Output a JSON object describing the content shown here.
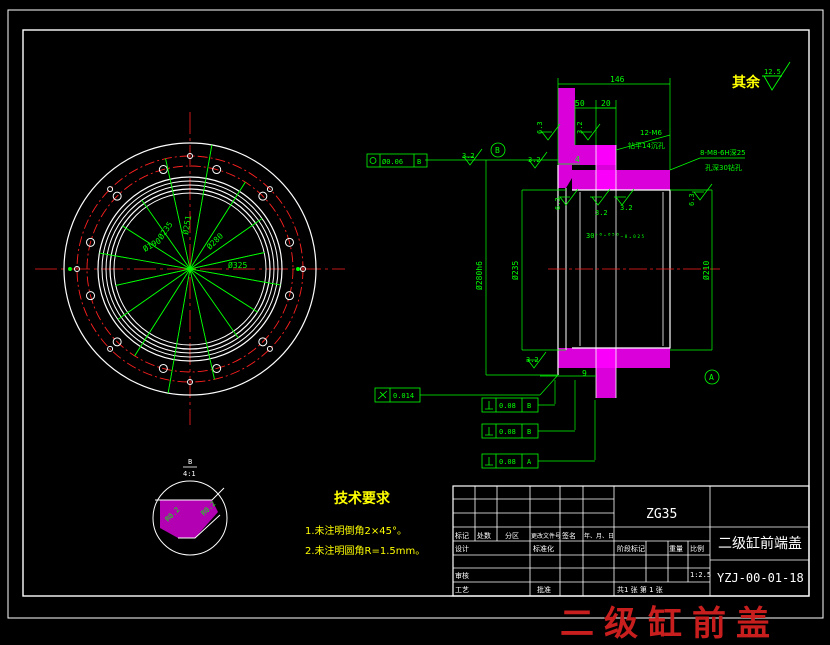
{
  "colors": {
    "background": "#000000",
    "frame": "#ffffff",
    "outline": "#ffffff",
    "dimension": "#00ff00",
    "centerline": "#ff2020",
    "hatch": "#ff00ff",
    "watermark": "#c81e1e",
    "text_yellow": "#ffff00"
  },
  "front_view": {
    "dims": {
      "d1": "Ø190",
      "d2": "Ø235",
      "d3": "Ø251",
      "d4": "Ø280",
      "d5": "Ø325"
    }
  },
  "section_view": {
    "length_dim": "146",
    "dims_top": {
      "d50": "50",
      "d20": "20"
    },
    "dim_4": "4",
    "dim_9": "9",
    "flatness_frame": {
      "value": "Ø0.06",
      "datum": "B"
    },
    "runout_frame": {
      "value": "0.014"
    },
    "roughness": {
      "r1": "3.2",
      "r2": "3.2",
      "r3": "3.2",
      "r4": "3.2",
      "r5": "6.3",
      "r6": "3.2",
      "r7": "6.3",
      "r8": "3.2",
      "r9": "6.3"
    },
    "datum_b": "B",
    "datum_a": "A",
    "hole_note1": "12-M6",
    "hole_note2": "钻平14沉孔",
    "hole_note3": "8-M8-6H深25",
    "hole_note4": "孔深30钻孔",
    "bore_tol": "30⁺⁰·⁰⁵⁰₋₀.₀₂₅",
    "dia_left": "Ø280h6",
    "dia_mid": "Ø235",
    "dia_right": "Ø210",
    "perp_frames": [
      {
        "value": "0.08",
        "datum": "B"
      },
      {
        "value": "0.08",
        "datum": "B"
      },
      {
        "value": "0.08",
        "datum": "A"
      }
    ],
    "remaining_label": "其余",
    "remaining_value": "12.5"
  },
  "detail_view": {
    "label_top": "B",
    "label_scale": "4:1",
    "r1": "R0.2",
    "r2": "R0.2"
  },
  "tech_req": {
    "title": "技术要求",
    "line1": "1.未注明倒角2×45°。",
    "line2": "2.未注明圆角R=1.5mm。"
  },
  "title_block": {
    "material": "ZG35",
    "part_name": "二级缸前端盖",
    "drawing_no": "YZJ-00-01-18",
    "scale": "1:2.5",
    "row_labels": [
      "标记",
      "处数",
      "分区",
      "更改文件号",
      "签名",
      "年、月、日"
    ],
    "design": "设计",
    "standardize": "标准化",
    "stage_header": "阶段标记",
    "weight_header": "重量",
    "scale_header": "比例",
    "check": "审核",
    "process": "工艺",
    "approve": "批准",
    "sheets": "共1 张   第 1 张"
  },
  "watermark": "二级缸前盖"
}
